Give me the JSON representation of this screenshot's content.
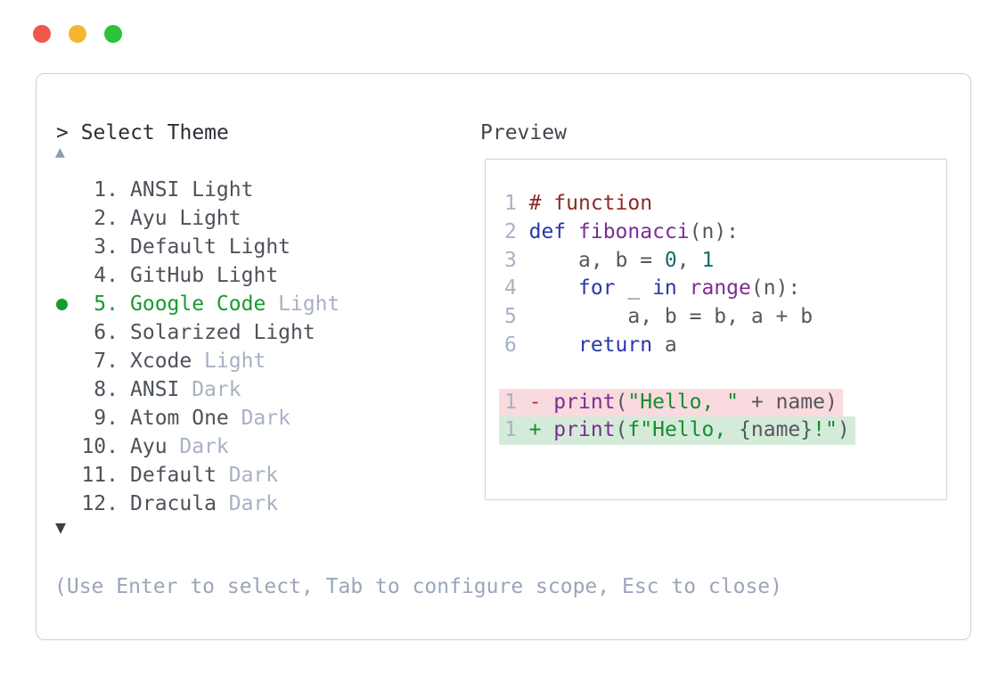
{
  "window": {
    "controls": [
      {
        "icon": "close-circle-icon",
        "color": "#f2574e"
      },
      {
        "icon": "minimize-circle-icon",
        "color": "#f4b62f"
      },
      {
        "icon": "zoom-circle-icon",
        "color": "#2bc33a"
      }
    ]
  },
  "picker": {
    "prompt": "> Select Theme",
    "scroll_up": "▲",
    "scroll_down": "▼",
    "items": [
      {
        "number": "1.",
        "name": "ANSI Light",
        "variant": "",
        "selected": false
      },
      {
        "number": "2.",
        "name": "Ayu Light",
        "variant": "",
        "selected": false
      },
      {
        "number": "3.",
        "name": "Default Light",
        "variant": "",
        "selected": false
      },
      {
        "number": "4.",
        "name": "GitHub Light",
        "variant": "",
        "selected": false
      },
      {
        "number": "5.",
        "name": "Google Code",
        "variant": "Light",
        "selected": true
      },
      {
        "number": "6.",
        "name": "Solarized Light",
        "variant": "",
        "selected": false
      },
      {
        "number": "7.",
        "name": "Xcode",
        "variant": "Light",
        "selected": false
      },
      {
        "number": "8.",
        "name": "ANSI",
        "variant": "Dark",
        "selected": false
      },
      {
        "number": "9.",
        "name": "Atom One",
        "variant": "Dark",
        "selected": false
      },
      {
        "number": "10.",
        "name": "Ayu",
        "variant": "Dark",
        "selected": false
      },
      {
        "number": "11.",
        "name": "Default",
        "variant": "Dark",
        "selected": false
      },
      {
        "number": "12.",
        "name": "Dracula",
        "variant": "Dark",
        "selected": false
      }
    ],
    "help": "(Use Enter to select, Tab to configure scope, Esc to close)"
  },
  "preview": {
    "label": "Preview",
    "code_lines": [
      {
        "num": "1",
        "tokens": [
          {
            "t": "# function",
            "c": "comment"
          }
        ]
      },
      {
        "num": "2",
        "tokens": [
          {
            "t": "def",
            "c": "kw"
          },
          {
            "t": " ",
            "c": "plain"
          },
          {
            "t": "fibonacci",
            "c": "fn"
          },
          {
            "t": "(n):",
            "c": "plain"
          }
        ]
      },
      {
        "num": "3",
        "tokens": [
          {
            "t": "    a, b = ",
            "c": "plain"
          },
          {
            "t": "0",
            "c": "num"
          },
          {
            "t": ", ",
            "c": "plain"
          },
          {
            "t": "1",
            "c": "num"
          }
        ]
      },
      {
        "num": "4",
        "tokens": [
          {
            "t": "    ",
            "c": "plain"
          },
          {
            "t": "for",
            "c": "kw"
          },
          {
            "t": " _ ",
            "c": "plain"
          },
          {
            "t": "in",
            "c": "kw"
          },
          {
            "t": " ",
            "c": "plain"
          },
          {
            "t": "range",
            "c": "fn"
          },
          {
            "t": "(n):",
            "c": "plain"
          }
        ]
      },
      {
        "num": "5",
        "tokens": [
          {
            "t": "        a, b = b, a + b",
            "c": "plain"
          }
        ]
      },
      {
        "num": "6",
        "tokens": [
          {
            "t": "    ",
            "c": "plain"
          },
          {
            "t": "return",
            "c": "kw"
          },
          {
            "t": " a",
            "c": "plain"
          }
        ]
      }
    ],
    "diff_lines": [
      {
        "num": "1",
        "type": "removed",
        "tokens": [
          {
            "t": "- ",
            "c": "rm"
          },
          {
            "t": "print",
            "c": "fn"
          },
          {
            "t": "(",
            "c": "plain"
          },
          {
            "t": "\"Hello, \"",
            "c": "str"
          },
          {
            "t": " + name)",
            "c": "plain"
          }
        ]
      },
      {
        "num": "1",
        "type": "added",
        "tokens": [
          {
            "t": "+ ",
            "c": "am"
          },
          {
            "t": "print",
            "c": "fn"
          },
          {
            "t": "(",
            "c": "plain"
          },
          {
            "t": "f\"Hello, ",
            "c": "str"
          },
          {
            "t": "{name}",
            "c": "plain"
          },
          {
            "t": "!\"",
            "c": "str"
          },
          {
            "t": ")",
            "c": "plain"
          }
        ]
      }
    ]
  },
  "colors": {
    "accent_green": "#169b2e",
    "muted": "#a7b1c4",
    "help_text": "#9aa5bb",
    "dark_text": "#2b2f36",
    "list_text": "#4d525a",
    "preview_label": "#42474d",
    "arrow_up": "#8e99ad",
    "arrow_down": "#3b4046",
    "comment": "#8e2a25",
    "keyword": "#2936ab",
    "function_name": "#7b2d96",
    "number_literal": "#0f6f68",
    "string": "#158d2d",
    "plain_code": "#53585f",
    "line_number": "#a7b1c4",
    "removed_bg": "#f9dade",
    "added_bg": "#d5ebd9",
    "removed_marker": "#a23b35",
    "added_marker": "#158d2d",
    "card_border": "#cad0d9",
    "box_border": "#ccd2db",
    "tl_red": "#f2574e",
    "tl_yellow": "#f4b62f",
    "tl_green": "#2bc33a"
  }
}
